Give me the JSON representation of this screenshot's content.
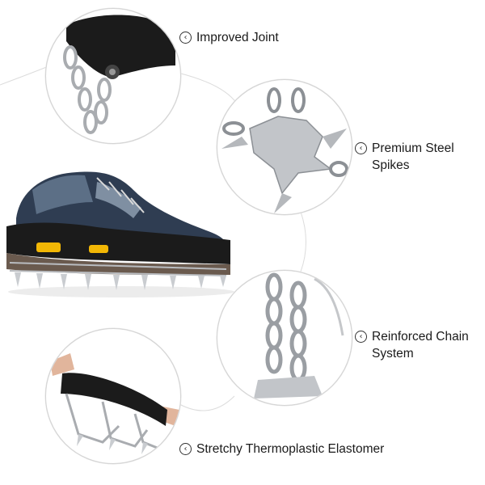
{
  "features": [
    {
      "label_lines": [
        "Improved Joint"
      ],
      "icon": "circle-chevron-left-icon"
    },
    {
      "label_lines": [
        "Premium Steel",
        "Spikes"
      ],
      "icon": "circle-chevron-left-icon"
    },
    {
      "label_lines": [
        "Reinforced Chain",
        "System"
      ],
      "icon": "circle-chevron-left-icon"
    },
    {
      "label_lines": [
        "Stretchy Thermoplastic Elastomer"
      ],
      "icon": "circle-chevron-left-icon"
    }
  ],
  "colors": {
    "elastomer": "#1b1b1b",
    "steel": "#b9bcc0",
    "shoe_upper": "#2f3d52",
    "accent_yellow": "#f2b705"
  }
}
